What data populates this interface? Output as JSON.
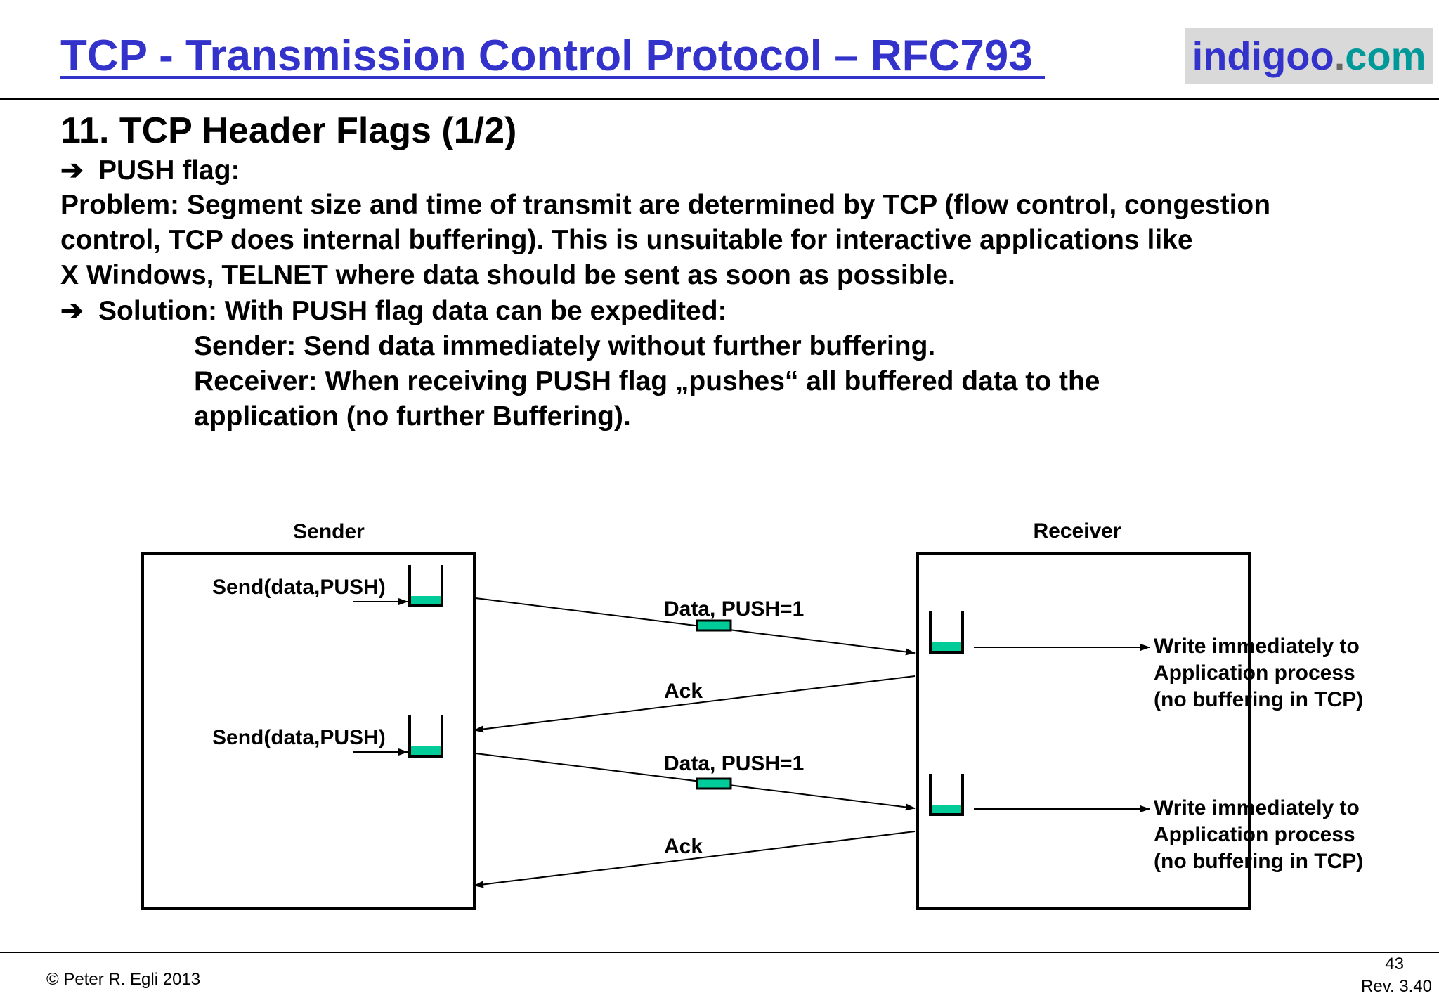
{
  "header": {
    "title": "TCP - Transmission Control Protocol – RFC793 ",
    "brand": {
      "part1": "indigoo",
      "part2": ".",
      "part3": "com"
    }
  },
  "content": {
    "heading": "11. TCP Header Flags (1/2)",
    "arrow_symbol": "➔",
    "push_flag": "PUSH flag:",
    "problem_lines": [
      "Problem: Segment size and time of transmit are determined by TCP (flow control, congestion",
      "control, TCP does internal buffering). This is unsuitable for interactive applications like",
      "X Windows, TELNET where data should be sent as soon as possible."
    ],
    "solution": "Solution: With PUSH flag data can be expedited:",
    "details": [
      "Sender: Send data immediately without further buffering.",
      "Receiver: When receiving PUSH flag „pushes“ all buffered data to the",
      "application (no further Buffering)."
    ]
  },
  "diagram": {
    "sender_label": "Sender",
    "receiver_label": "Receiver",
    "send_call": "Send(data,PUSH)",
    "data_label": "Data, PUSH=1",
    "ack_label": "Ack",
    "write_lines": [
      "Write immediately to",
      "Application process",
      "(no buffering in TCP)"
    ],
    "buffer_color": "#00cc99"
  },
  "footer": {
    "copyright": "© Peter R. Egli 2013",
    "page": "43",
    "rev": "Rev. 3.40"
  }
}
